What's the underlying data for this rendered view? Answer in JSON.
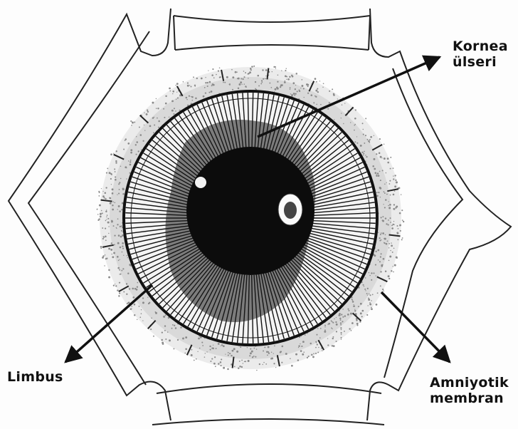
{
  "labels": {
    "cornea_ulcer_line1": "Kornea",
    "cornea_ulcer_line2": "ülseri",
    "limbus": "Limbus",
    "amniotic_line1": "Amniyotik",
    "amniotic_line2": "membran"
  },
  "colors": {
    "ink": "#111111",
    "paper": "#fdfdfd",
    "haze": "#9a9a9a"
  }
}
